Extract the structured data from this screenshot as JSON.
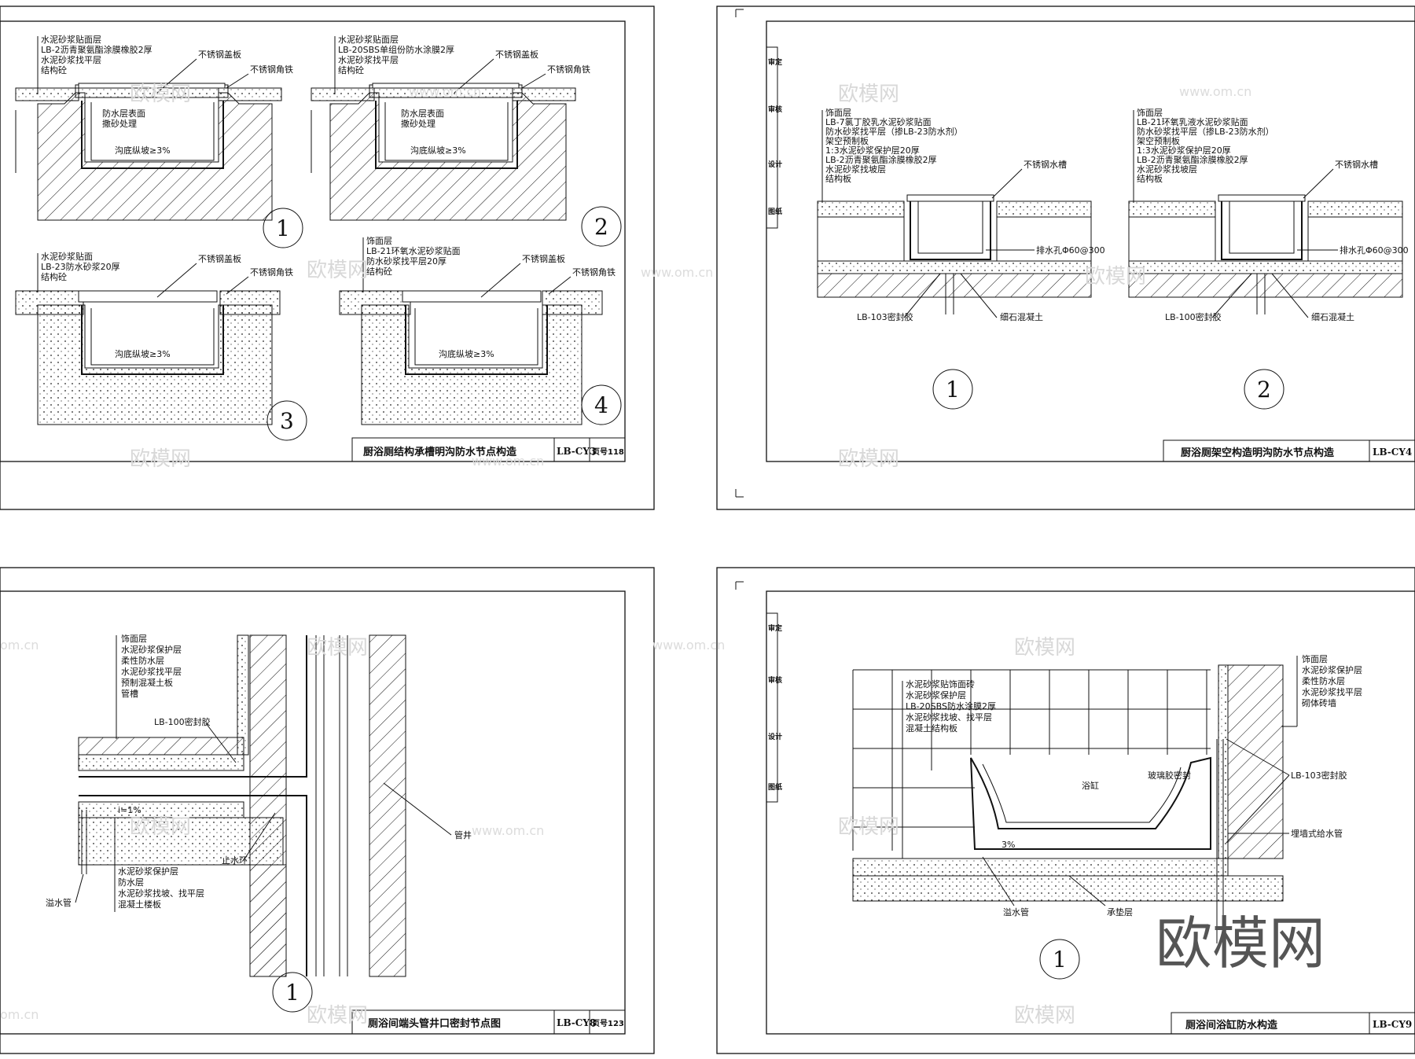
{
  "watermarks": {
    "brand": "欧模网",
    "site": "www.om.cn",
    "site_short": "om.cn"
  },
  "sheet_tl": {
    "title": "厨浴厕结构承槽明沟防水节点构造",
    "code": "LB-CY3",
    "page": "页号118",
    "details": [
      {
        "num": "1",
        "layers": [
          "水泥砂浆贴面层",
          "LB-2沥青聚氨酯涂膜橡胶2厚",
          "水泥砂浆找平层",
          "结构砼"
        ],
        "plate": "不锈钢盖板",
        "angle": "不锈钢角铁",
        "note1": "防水层表面",
        "note2": "撒砂处理",
        "slope": "沟底纵坡≥3%"
      },
      {
        "num": "2",
        "layers": [
          "水泥砂浆贴面层",
          "LB-20SBS单组份防水涂膜2厚",
          "水泥砂浆找平层",
          "结构砼"
        ],
        "plate": "不锈钢盖板",
        "angle": "不锈钢角铁",
        "note1": "防水层表面",
        "note2": "撒砂处理",
        "slope": "沟底纵坡≥3%"
      },
      {
        "num": "3",
        "layers": [
          "水泥砂浆贴面",
          "LB-23防水砂浆20厚",
          "结构砼"
        ],
        "plate": "不锈钢盖板",
        "angle": "不锈钢角铁",
        "slope": "沟底纵坡≥3%"
      },
      {
        "num": "4",
        "layers": [
          "饰面层",
          "LB-21环氧水泥砂浆贴面",
          "防水砂浆找平层20厚",
          "结构砼"
        ],
        "plate": "不锈钢盖板",
        "angle": "不锈钢角铁",
        "slope": "沟底纵坡≥3%"
      }
    ]
  },
  "sheet_tr": {
    "title": "厨浴厕架空构造明沟防水节点构造",
    "code": "LB-CY4",
    "side_tabs": [
      "审定",
      "审核",
      "设计",
      "图纸"
    ],
    "details": [
      {
        "num": "1",
        "layers": [
          "饰面层",
          "LB-7氯丁胶乳水泥砂浆贴面",
          "防水砂浆找平层（掺LB-23防水剂）",
          "架空预制板",
          "1:3水泥砂浆保护层20厚",
          "LB-2沥青聚氨酯涂膜橡胶2厚",
          "水泥砂浆找坡层",
          "结构板"
        ],
        "trough": "不锈钢水槽",
        "drain": "排水孔Φ60@300",
        "sealant": "LB-103密封胶",
        "concrete": "细石混凝土"
      },
      {
        "num": "2",
        "layers": [
          "饰面层",
          "LB-21环氧乳液水泥砂浆贴面",
          "防水砂浆找平层（掺LB-23防水剂）",
          "架空预制板",
          "1:3水泥砂浆保护层20厚",
          "LB-2沥青聚氨酯涂膜橡胶2厚",
          "水泥砂浆找坡层",
          "结构板"
        ],
        "trough": "不锈钢水槽",
        "drain": "排水孔Φ60@300",
        "sealant": "LB-100密封胶",
        "concrete": "细石混凝土"
      }
    ]
  },
  "sheet_bl": {
    "title": "厕浴间端头管井口密封节点图",
    "code": "LB-CY8",
    "page": "页号123",
    "num": "1",
    "layers_top": [
      "饰面层",
      "水泥砂浆保护层",
      "柔性防水层",
      "水泥砂浆找平层",
      "预制混凝土板",
      "管槽"
    ],
    "sealant": "LB-100密封胶",
    "slope": "i=1%",
    "shaft": "管井",
    "ring": "止水环",
    "overflow": "溢水管",
    "layers_bottom": [
      "水泥砂浆保护层",
      "防水层",
      "水泥砂浆找坡、找平层",
      "混凝土楼板"
    ]
  },
  "sheet_br": {
    "title": "厕浴间浴缸防水构造",
    "code": "LB-CY9",
    "num": "1",
    "side_tabs": [
      "审定",
      "审核",
      "设计",
      "图纸"
    ],
    "layers_left": [
      "水泥砂浆贴饰面砖",
      "水泥砂浆保护层",
      "LB-20SBS防水涂膜2厚",
      "水泥砂浆找坡、找平层",
      "混凝土结构板"
    ],
    "layers_right": [
      "饰面层",
      "水泥砂浆保护层",
      "柔性防水层",
      "水泥砂浆找平层",
      "砌体砖墙"
    ],
    "tub": "浴缸",
    "glass_seal": "玻璃胶密封",
    "sealant": "LB-103密封胶",
    "pipe": "埋墙式给水管",
    "slope": "3%",
    "overflow": "溢水管",
    "support": "承垫层"
  }
}
